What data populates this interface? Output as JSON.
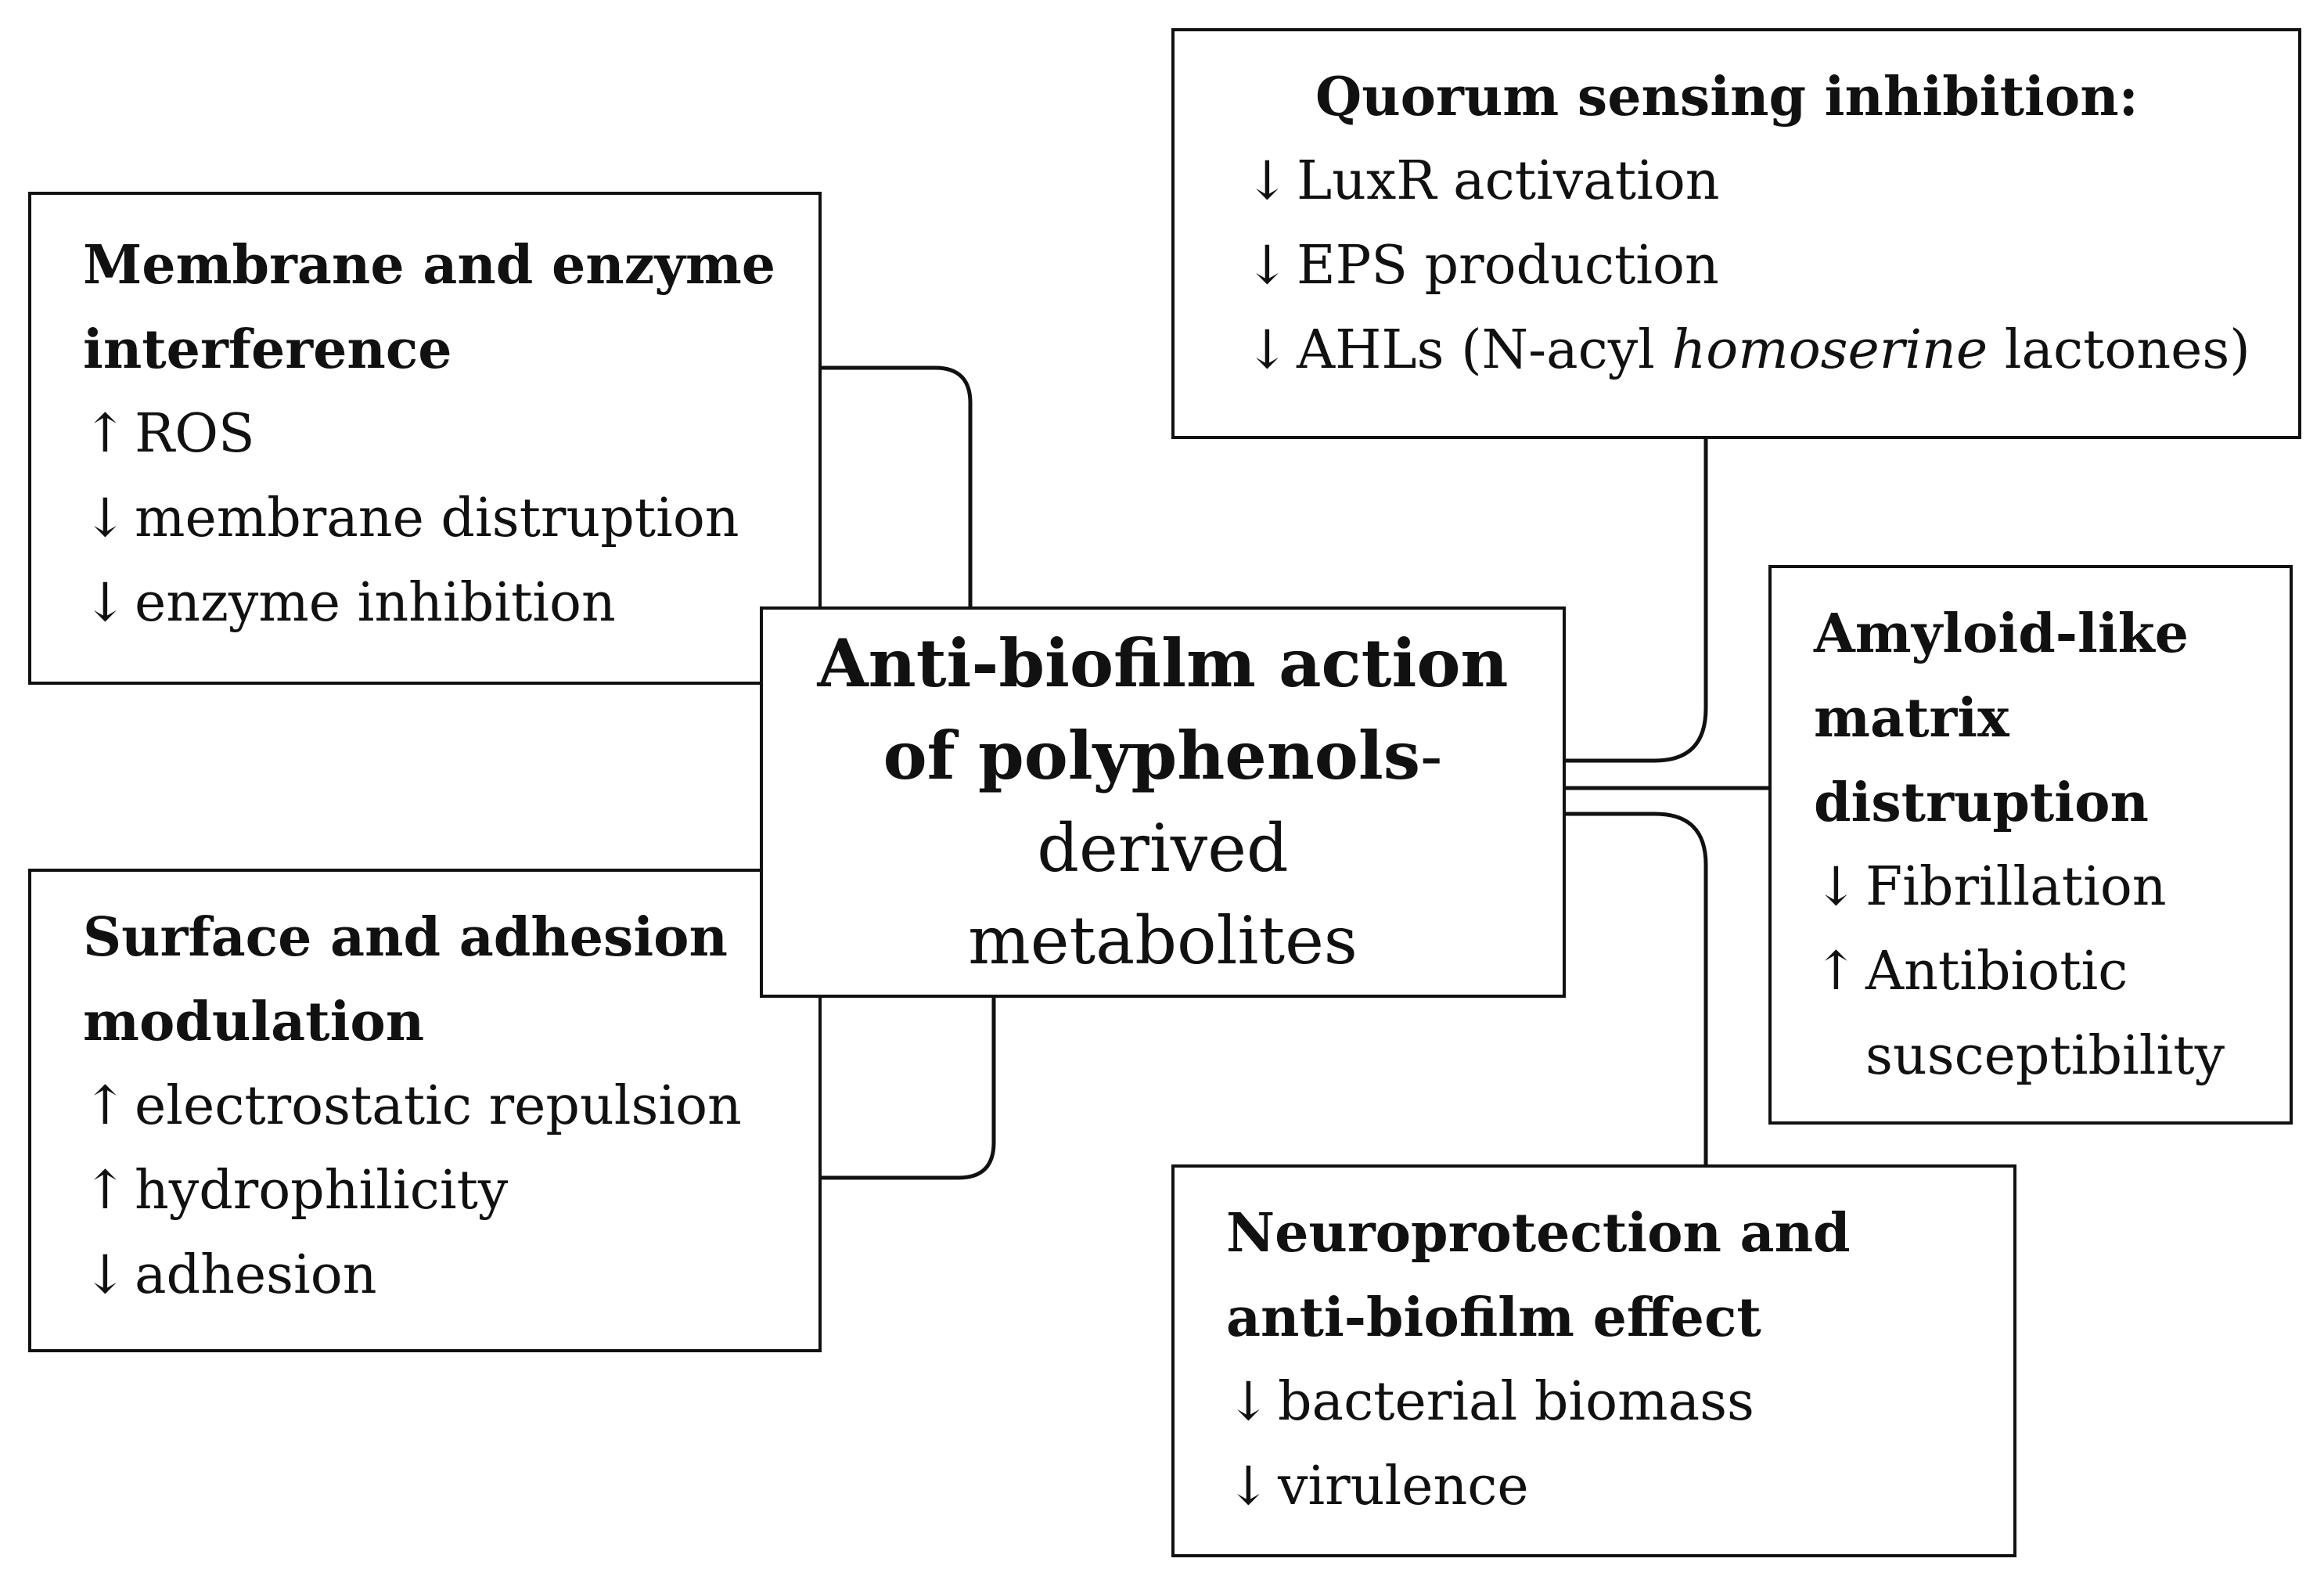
{
  "center": {
    "line1": "Anti-biofilm action",
    "line2_bold": "of polyphenols",
    "line2_rest": "-derived",
    "line3": "metabolites"
  },
  "membrane": {
    "title_line1": "Membrane and enzyme",
    "title_line2": "interference",
    "items": [
      {
        "arrow": "↑",
        "text": "ROS"
      },
      {
        "arrow": "↓",
        "text": "membrane distruption"
      },
      {
        "arrow": "↓",
        "text": "enzyme inhibition"
      }
    ]
  },
  "surface": {
    "title_line1": "Surface and adhesion",
    "title_line2": "modulation",
    "items": [
      {
        "arrow": "↑",
        "text": "electrostatic repulsion"
      },
      {
        "arrow": "↑",
        "text": "hydrophilicity"
      },
      {
        "arrow": "↓",
        "text": "adhesion"
      }
    ]
  },
  "quorum": {
    "title": "Quorum sensing inhibition:",
    "items": [
      {
        "arrow": "↓",
        "text": "LuxR activation"
      },
      {
        "arrow": "↓",
        "text": "EPS production"
      }
    ],
    "ahl": {
      "arrow": "↓",
      "pre": "AHLs (N-acyl ",
      "italic": "homoserine",
      "post": " lactones)"
    }
  },
  "amyloid": {
    "title_line1": "Amyloid-like",
    "title_line2": "matrix",
    "title_line3": "distruption",
    "item1": {
      "arrow": "↓",
      "text": "Fibrillation"
    },
    "item2": {
      "arrow": "↑",
      "text": "Antibiotic"
    },
    "item2_cont": "susceptibility"
  },
  "neuro": {
    "title_line1": "Neuroprotection and",
    "title_line2": "anti-biofilm effect",
    "items": [
      {
        "arrow": "↓",
        "text": "bacterial biomass"
      },
      {
        "arrow": "↓",
        "text": "virulence"
      }
    ]
  },
  "style": {
    "stroke": "#111111",
    "background": "#ffffff"
  }
}
